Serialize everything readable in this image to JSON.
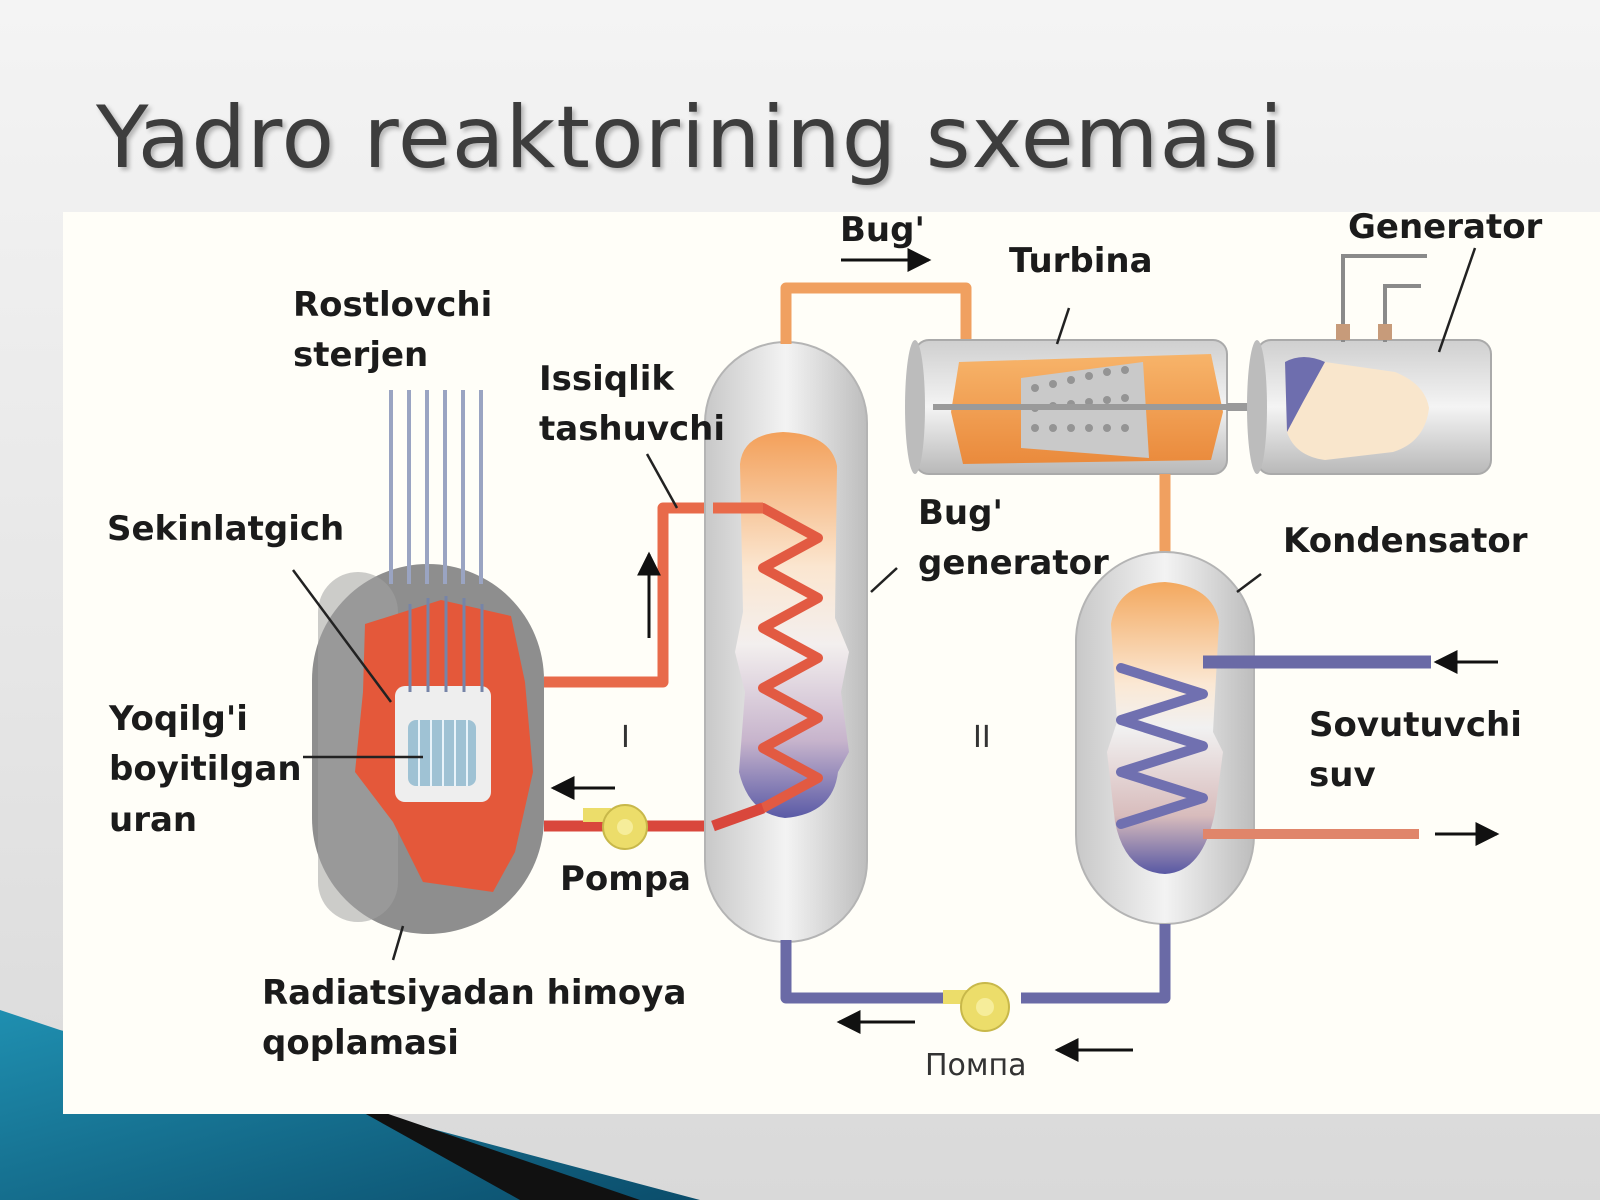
{
  "slide": {
    "title": "Yadro reaktorining sxemasi"
  },
  "labels": {
    "control_rod": [
      "Rostlovchi",
      "sterjen"
    ],
    "heat_carrier": [
      "Issiqlik",
      "tashuvchi"
    ],
    "steam": "Bug'",
    "turbine": "Turbina",
    "generator": "Generator",
    "moderator": "Sekinlatgich",
    "steam_generator": [
      "Bug'",
      "generator"
    ],
    "condenser": "Kondensator",
    "fuel": [
      "Yoqilg'i",
      "boyitilgan",
      "uran"
    ],
    "circuit_one": "I",
    "circuit_two": "II",
    "cooling_water": [
      "Sovutuvchi",
      "suv"
    ],
    "pump": "Pompa",
    "radiation_shield": [
      "Radiatsiyadan himoya",
      "qoplamasi"
    ],
    "pump_ru": "Помпа"
  },
  "colors": {
    "hot_pipe": "#e86a4a",
    "cold_pipe": "#6a6aa6",
    "steam_pipe": "#f0a060",
    "vessel_gray": "#8e8e8e",
    "pump_yellow": "#ecdd6a"
  }
}
